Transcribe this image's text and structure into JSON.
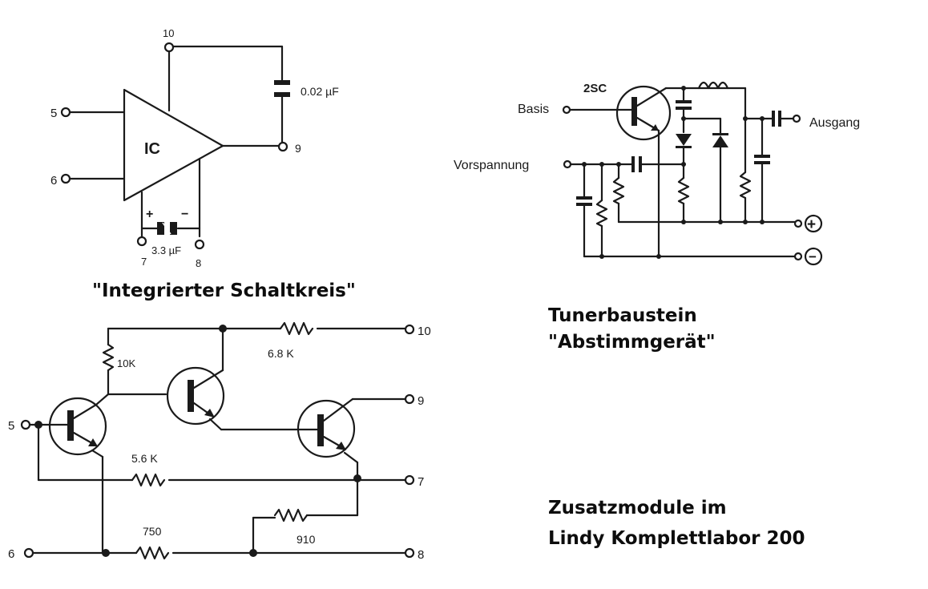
{
  "ic_diagram": {
    "caption": "\"Integrierter Schaltkreis\"",
    "block_label": "IC",
    "terminals": {
      "t5": "5",
      "t6": "6",
      "t7": "7",
      "t8": "8",
      "t9": "9",
      "t10": "10"
    },
    "components": {
      "feedback_cap": "0.02 µF",
      "electrolytic_cap": "3.3 µF",
      "plus": "+",
      "minus": "−"
    }
  },
  "tuner_diagram": {
    "caption_line1": "Tunerbaustein",
    "caption_line2": "\"Abstimmgerät\"",
    "transistor_label": "2SC",
    "terminals": {
      "basis": "Basis",
      "vorspannung": "Vorspannung",
      "ausgang": "Ausgang",
      "plus": "+",
      "minus": "−"
    }
  },
  "transistor_diagram": {
    "terminals": {
      "t5": "5",
      "t6": "6",
      "t7": "7",
      "t8": "8",
      "t9": "9",
      "t10": "10"
    },
    "resistors": {
      "r10k": "10K",
      "r6_8k": "6.8 K",
      "r5_6k": "5.6 K",
      "r750": "750",
      "r910": "910"
    }
  },
  "footer": {
    "line1": "Zusatzmodule im",
    "line2": "Lindy Komplettlabor 200"
  }
}
